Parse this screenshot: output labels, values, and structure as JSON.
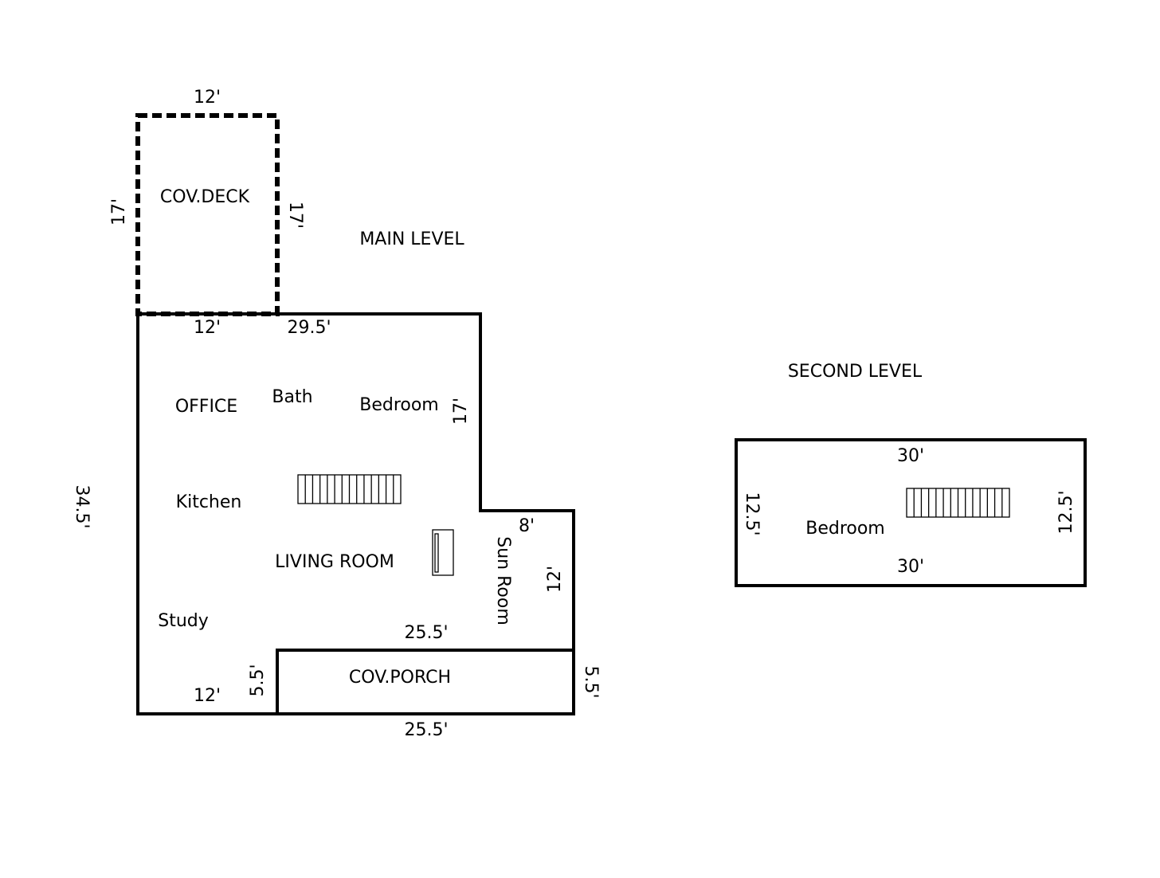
{
  "levels": {
    "main": {
      "title": "MAIN LEVEL",
      "rooms": {
        "cov_deck": "COV.DECK",
        "office": "OFFICE",
        "bath": "Bath",
        "bedroom": "Bedroom",
        "kitchen": "Kitchen",
        "living_room": "LIVING ROOM",
        "sun_room": "Sun Room",
        "study": "Study",
        "cov_porch": "COV.PORCH"
      },
      "dimensions": {
        "deck_top": "12'",
        "deck_left": "17'",
        "deck_right": "17'",
        "deck_bottom": "12'",
        "house_top": "29.5'",
        "bedroom_right": "17'",
        "overall_left": "34.5'",
        "sun_room_top": "8'",
        "sun_room_right": "12'",
        "porch_top": "25.5'",
        "porch_left": "5.5'",
        "porch_right": "5.5'",
        "porch_bottom": "25.5'",
        "study_bottom": "12'"
      }
    },
    "second": {
      "title": "SECOND LEVEL",
      "rooms": {
        "bedroom": "Bedroom"
      },
      "dimensions": {
        "top": "30'",
        "bottom": "30'",
        "left": "12.5'",
        "right": "12.5'"
      }
    }
  },
  "icons": {
    "stairs": "stairs-icon",
    "fireplace": "fireplace-icon"
  }
}
